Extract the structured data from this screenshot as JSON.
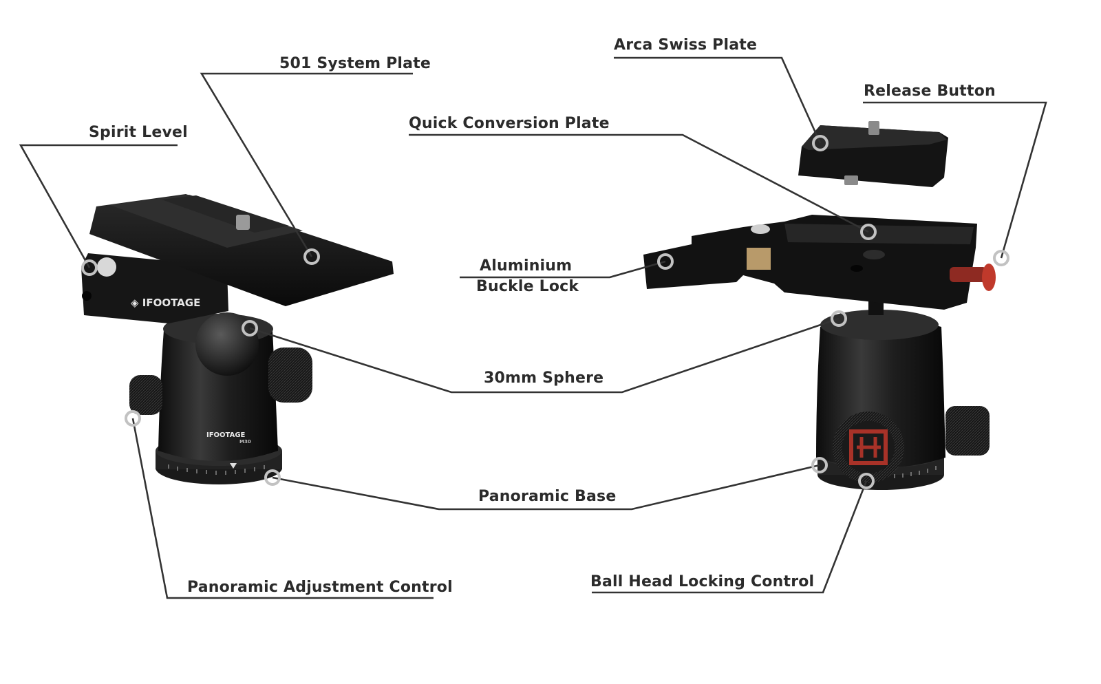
{
  "labels": {
    "system_plate": "501 System Plate",
    "spirit_level": "Spirit Level",
    "arca_plate": "Arca Swiss Plate",
    "release_button": "Release Button",
    "quick_plate": "Quick Conversion Plate",
    "buckle_lock_line1": "Aluminium",
    "buckle_lock_line2": "Buckle Lock",
    "sphere": "30mm Sphere",
    "panoramic_base": "Panoramic Base",
    "panoramic_control": "Panoramic Adjustment Control",
    "ball_head_lock": "Ball Head Locking Control"
  },
  "logos": {
    "brand_large": "IFOOTAGE",
    "brand_small": "IFOOTAGE",
    "model": "M30"
  },
  "colors": {
    "line": "#333333",
    "body": "#1c1c1c",
    "release_button": "#c0392b"
  }
}
